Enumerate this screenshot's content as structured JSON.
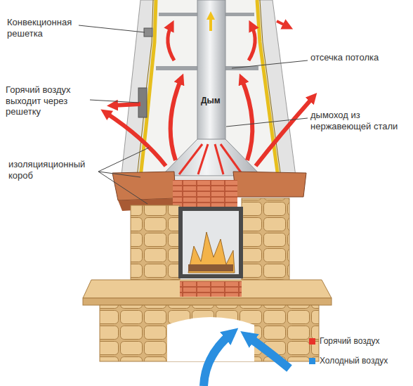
{
  "diagram": {
    "labels": [
      "Конвекционная решетка",
      "Горячий воздух выходит через решетку",
      "изоляцияционный короб",
      "Дым",
      "отсечка потолка",
      "дымоход из нержавеющей стали"
    ],
    "legend": [
      {
        "text": "Горячий воздух",
        "color": "#e8332a"
      },
      {
        "text": "Холодный воздух",
        "color": "#2a8fe0"
      }
    ]
  }
}
